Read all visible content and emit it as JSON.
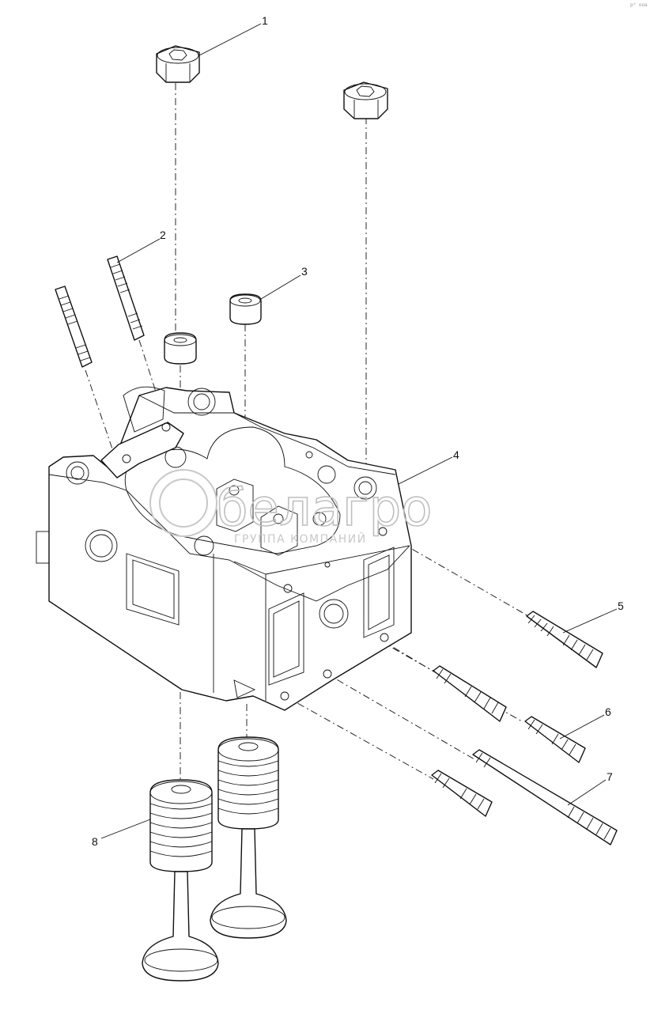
{
  "callouts": [
    "1",
    "2",
    "3",
    "4",
    "5",
    "6",
    "7",
    "8"
  ],
  "watermark": {
    "brand": "белагро",
    "subtitle": "ГРУППА КОМПАНИЙ"
  },
  "corner_mark": "p⁰ ooa",
  "colors": {
    "line": "#111111",
    "watermark": "#c0c0c0",
    "background": "#ffffff"
  }
}
